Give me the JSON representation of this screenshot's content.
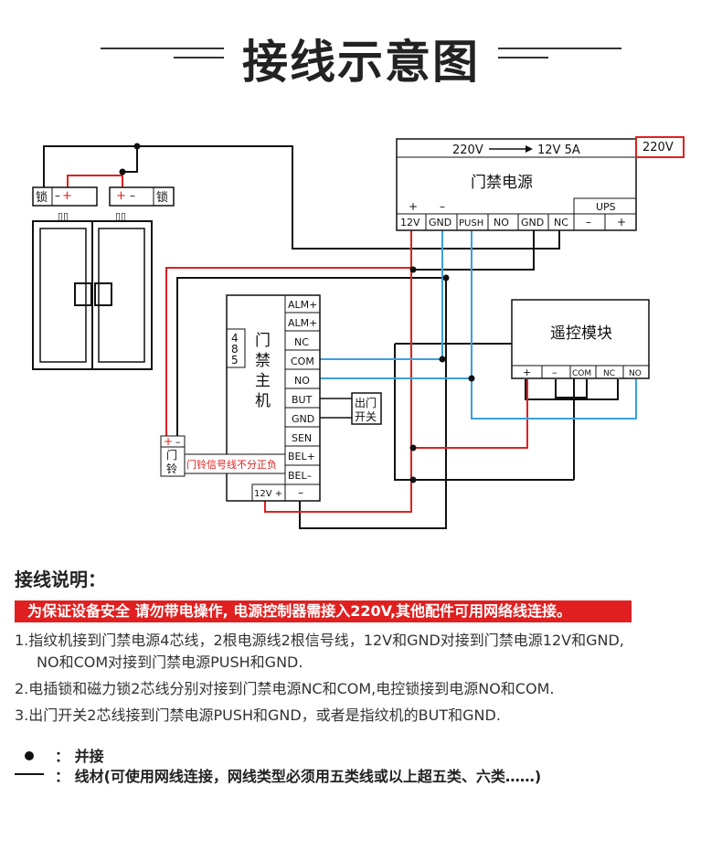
{
  "title": "接线示意图",
  "power_supply": {
    "voltage_in": "220V",
    "voltage_out": "12V 5A",
    "mains_label": "220V",
    "name": "门禁电源",
    "plus": "+",
    "minus": "–",
    "ups": "UPS",
    "ups_minus": "–",
    "ups_plus": "+",
    "terminals": [
      "12V",
      "GND",
      "PUSH",
      "NO",
      "GND",
      "NC"
    ]
  },
  "locks": {
    "left_label": "锁",
    "right_label": "锁",
    "left_polarity": [
      "–",
      "+"
    ],
    "right_polarity": [
      "+",
      "–"
    ]
  },
  "controller": {
    "name_chars": [
      "门",
      "禁",
      "主",
      "机"
    ],
    "port_485": "485",
    "terminals": [
      "ALM+",
      "ALM+",
      "NC",
      "COM",
      "NO",
      "BUT",
      "GND",
      "SEN",
      "BEL+",
      "BEL–"
    ],
    "bottom_left": "12V +",
    "bottom_right": "–"
  },
  "exit_switch": {
    "line1": "出门",
    "line2": "开关"
  },
  "bell": {
    "plus": "+",
    "minus": "–",
    "line1": "门",
    "line2": "铃",
    "note": "门铃信号线不分正负"
  },
  "remote": {
    "name": "遥控模块",
    "terminals": [
      "+",
      "–",
      "COM",
      "NC",
      "NO"
    ]
  },
  "notes": {
    "heading": "接线说明：",
    "warning": "为保证设备安全 请勿带电操作, 电源控制器需接入220V,其他配件可用网络线连接。",
    "items": [
      "1.指纹机接到门禁电源4芯线，2根电源线2根信号线，12V和GND对接到门禁电源12V和GND,",
      "NO和COM对接到门禁电源PUSH和GND.",
      "2.电插锁和磁力锁2芯线分别对接到门禁电源NC和COM,电控锁接到电源NO和COM.",
      "3.出门开关2芯线接到门禁电源PUSH和GND，或者是指纹机的BUT和GND."
    ]
  },
  "legend": {
    "dot_label": "：  并接",
    "line_label": "：  线材(可使用网线连接，网线类型必须用五类线或以上超五类、六类……)"
  },
  "colors": {
    "red_wire": "#e02020",
    "blue_wire": "#3aa0e0",
    "black_wire": "#111111"
  }
}
